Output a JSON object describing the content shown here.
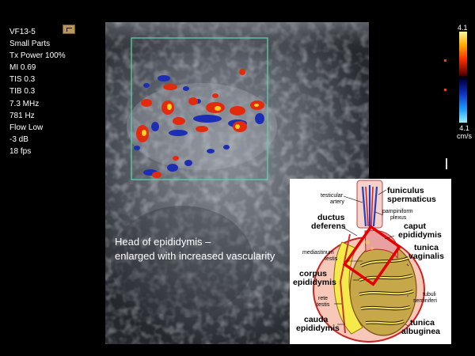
{
  "parameters": {
    "probe": "VF13-5",
    "preset": "Small Parts",
    "tx_power": "Tx Power 100%",
    "mi": "MI 0.69",
    "tis": "TIS 0.3",
    "tib": "TIB 0.3",
    "frequency": "7.3 MHz",
    "prf": "781 Hz",
    "flow": "Flow Low",
    "gain": "-3 dB",
    "frame_rate": "18 fps"
  },
  "color_scale": {
    "max": "4.1",
    "min": "4.1",
    "unit": "cm/s"
  },
  "caption": {
    "line1": "Head of epididymis –",
    "line2": "enlarged with increased vascularity"
  },
  "diagram_labels": {
    "funiculus": "funiculus",
    "spermaticus": "spermaticus",
    "testicular": "testicular",
    "artery": "artery",
    "pampiniform": "pampiniform",
    "plexus": "plexus",
    "ductus": "ductus",
    "deferens": "deferens",
    "caput": "caput",
    "caput_epididymis": "epididymis",
    "tunica_v": "tunica",
    "vaginalis": "vaginalis",
    "mediastinum": "mediastinum",
    "testis": "testis",
    "corpus": "corpus",
    "corpus_epididymis": "epididymis",
    "tubuli": "tubuli",
    "seminiferi": "seminiferi",
    "rete": "rete",
    "rete_testis": "testis",
    "cauda": "cauda",
    "cauda_epididymis": "epididymis",
    "tunica_a": "tunica",
    "albuginea": "albuginea"
  },
  "colors": {
    "doppler_red": "#e42a0c",
    "doppler_yellow": "#ffd21c",
    "doppler_blue": "#1c2eb4",
    "roi_box": "#5ecfa6",
    "highlight_box": "#e40000"
  }
}
